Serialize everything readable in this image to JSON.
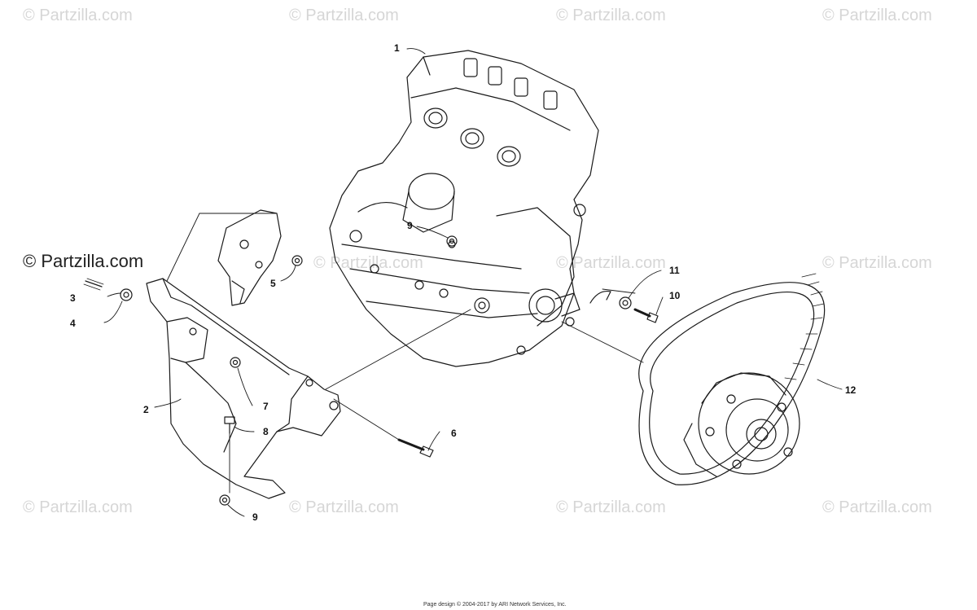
{
  "watermark": "© Partzilla.com",
  "watermark_prominent": "© Partzilla.com",
  "footer": "Page design © 2004-2017 by ARI Network Services, Inc.",
  "callouts": {
    "engine": "1",
    "engine_mount_bracket": "2",
    "bolt_left": "3",
    "nut_left": "4",
    "nut_upper": "5",
    "mount_bolt_long": "6",
    "flange_nut": "7",
    "bolt_small": "8",
    "nut_lower": "9",
    "nut_engine": "9",
    "clutch_bolt": "10",
    "clutch_washer": "11",
    "drive_clutch_belt": "12"
  }
}
